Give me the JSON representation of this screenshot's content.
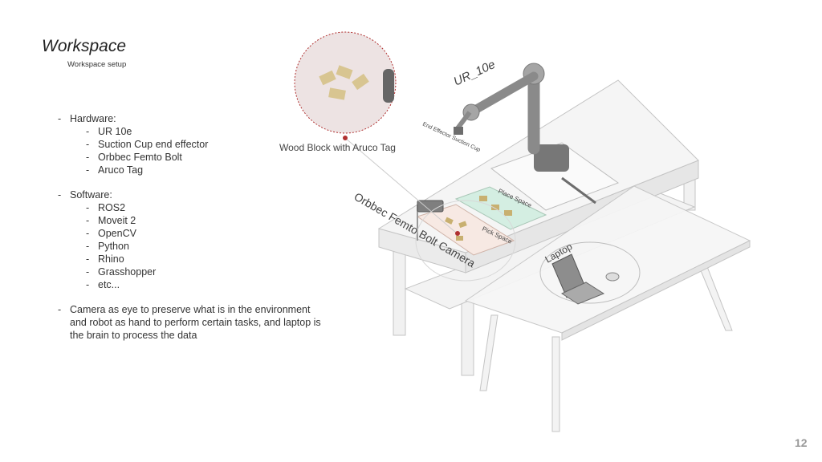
{
  "slide": {
    "title": "Workspace",
    "subtitle": "Workspace setup",
    "page_number": "12"
  },
  "hardware": {
    "heading": "Hardware:",
    "items": [
      "UR 10e",
      "Suction Cup end effector",
      "Orbbec Femto Bolt",
      "Aruco Tag"
    ]
  },
  "software": {
    "heading": "Software:",
    "items": [
      "ROS2",
      "Moveit 2",
      "OpenCV",
      "Python",
      "Rhino",
      "Grasshopper",
      "etc..."
    ]
  },
  "note": "Camera as eye to preserve what is in the environment and robot as hand to perform certain tasks, and laptop is the brain to process the data",
  "diagram": {
    "labels": {
      "robot": "UR_10e",
      "end_effector": "End Effector Suction Cup",
      "wood_block": "Wood Block with Aruco Tag",
      "camera": "Orbbec Femto Bolt Camera",
      "place_space": "Place Space",
      "pick_space": "Pick Space",
      "laptop": "Laptop"
    },
    "colors": {
      "highlight": "#b03030",
      "table": "#f4f4f4",
      "robot": "#8a8a8a",
      "place_zone": "#d4eee2"
    }
  }
}
